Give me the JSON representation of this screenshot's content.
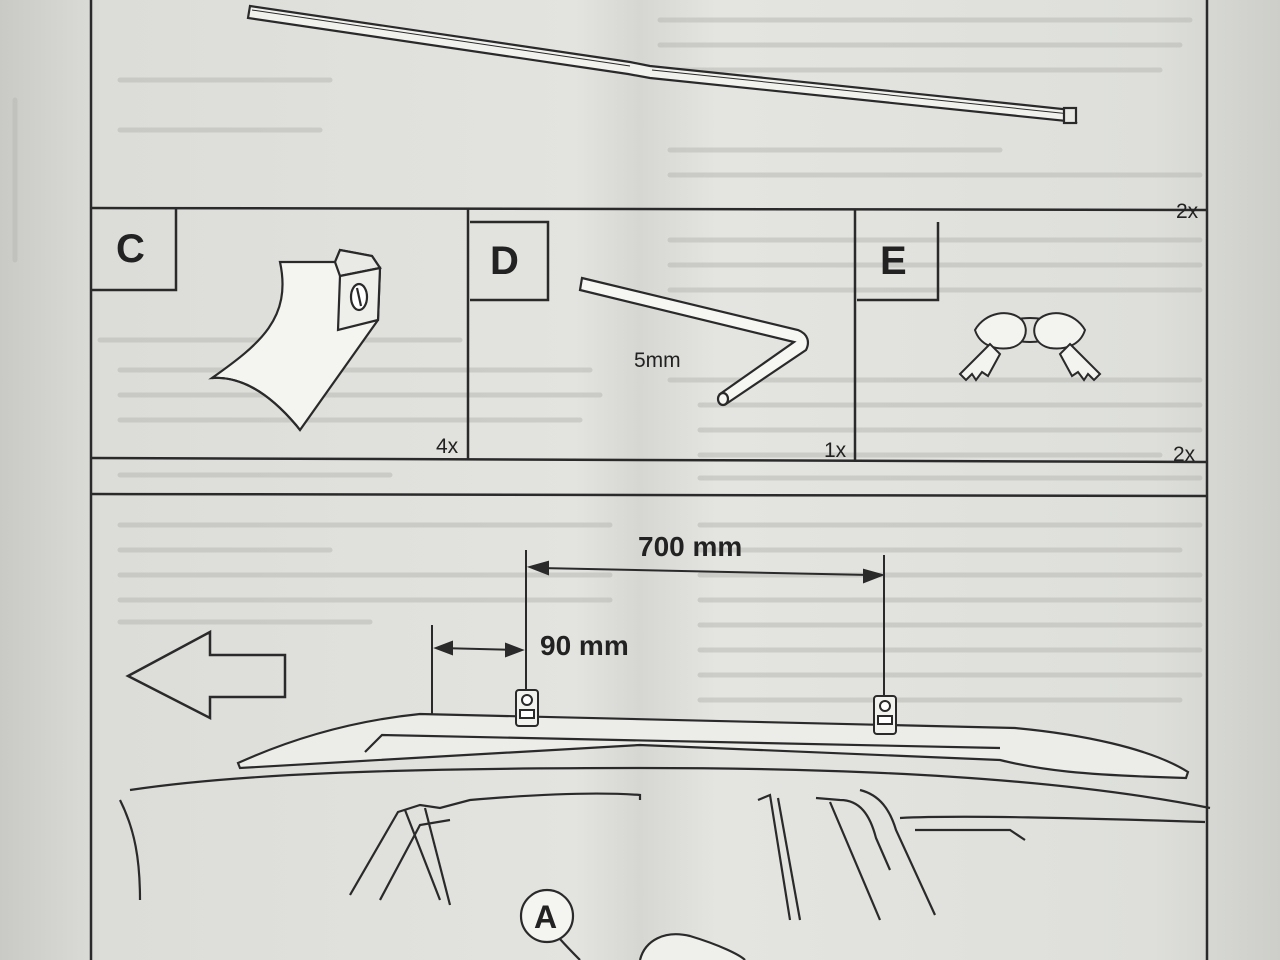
{
  "parts": {
    "C": {
      "letter": "C",
      "qty": "4x"
    },
    "D": {
      "letter": "D",
      "size": "5mm",
      "qty": "1x"
    },
    "E": {
      "letter": "E",
      "qty": "2x"
    },
    "rail_qty": "2x"
  },
  "mounting": {
    "distance_between_feet": "700 mm",
    "front_offset": "90 mm",
    "callout": "A"
  },
  "colors": {
    "ink": "#222222",
    "paper": "#e2e2de"
  }
}
